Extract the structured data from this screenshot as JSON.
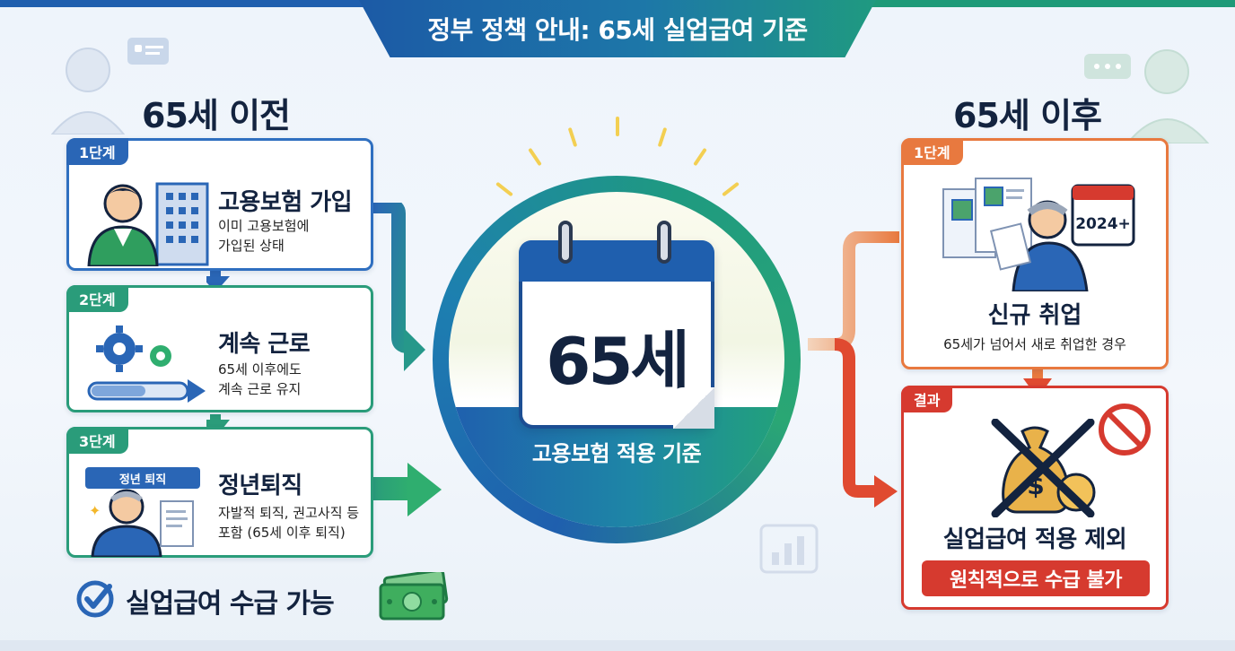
{
  "banner": {
    "title": "정부 정책 안내: 65세 실업급여 기준"
  },
  "before": {
    "heading": "65세 이전",
    "steps": [
      {
        "tab": "1단계",
        "title": "고용보험 가입",
        "desc": [
          "이미 고용보험에",
          "가입된 상태"
        ]
      },
      {
        "tab": "2단계",
        "title": "계속 근로",
        "desc": [
          "65세 이후에도",
          "계속 근로 유지"
        ]
      },
      {
        "tab": "3단계",
        "title": "정년퇴직",
        "desc": [
          "자발적 퇴직, 권고사직 등",
          "포함 (65세 이후 퇴직)"
        ],
        "sash": "정년 퇴직"
      }
    ],
    "result": "실업급여 수급 가능"
  },
  "center": {
    "age": "65세",
    "caption": "고용보험 적용 기준"
  },
  "after": {
    "heading": "65세 이후",
    "step": {
      "tab": "1단계",
      "title": "신규 취업",
      "desc": "65세가 넘어서 새로 취업한 경우",
      "calendar_label": "2024+"
    },
    "result": {
      "tab": "결과",
      "title": "실업급여 적용 제외",
      "badge": "원칙적으로 수급 불가"
    }
  },
  "colors": {
    "blue": "#1f5fae",
    "green": "#2a9c7a",
    "orange": "#e8793f",
    "red": "#d63a2f",
    "navy": "#13233f"
  }
}
